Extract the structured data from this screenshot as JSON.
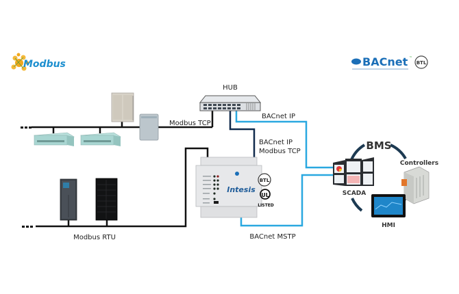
{
  "logos": {
    "modbus": "Modbus",
    "bacnet": "BACnet",
    "bacnet_tm": "™",
    "btl": "BTL"
  },
  "colors": {
    "modbus_blue": "#1d8fcf",
    "modbus_orange": "#f2a81d",
    "bacnet_blue": "#1b6fb8",
    "bacnet_green": "#3aa53a",
    "line_black": "#111111",
    "line_navy": "#102a4c",
    "line_cyan": "#29a8e0",
    "bms_ring": "#1d3a52"
  },
  "labels": {
    "hub": "HUB",
    "modbus_tcp": "Modbus TCP",
    "bacnet_ip": "BACnet IP",
    "bacnet_ip_2": "BACnet IP",
    "modbus_tcp_2": "Modbus TCP",
    "modbus_rtu": "Modbus RTU",
    "bacnet_mstp": "BACnet MSTP",
    "bms": "BMS",
    "scada": "SCADA",
    "controllers": "Controllers",
    "hmi": "HMI"
  },
  "gateway": {
    "brand": "Intesis",
    "ul": "UL",
    "listed": "LISTED",
    "btl": "BTL"
  }
}
